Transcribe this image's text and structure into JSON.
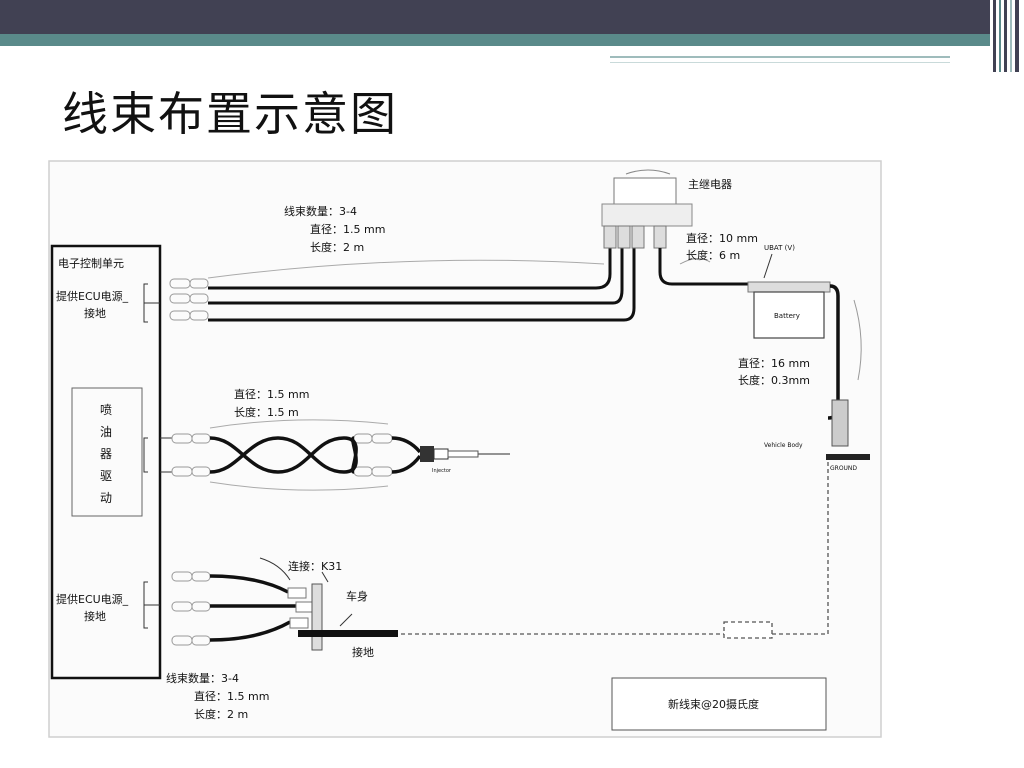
{
  "slide": {
    "title": "线束布置示意图"
  },
  "diagram": {
    "main_relay": "主继电器",
    "top_harness": {
      "count": "线束数量：3-4",
      "diameter": "直径：1.5 mm",
      "length": "长度：2 m"
    },
    "relay_wire": {
      "diameter": "直径：10 mm",
      "length": "长度：6 m"
    },
    "ubat": "UBAT (V)",
    "battery": "Battery",
    "battery_wire": {
      "diameter": "直径：16 mm",
      "length": "长度：0.3mm"
    },
    "vehicle_body": "Vehicle Body",
    "ground": "GROUND",
    "ecu_title": "电子控制单元",
    "ecu_power_top": {
      "line1": "提供ECU电源_",
      "line2": "接地"
    },
    "injector_driver": [
      "喷",
      "油",
      "器",
      "驱",
      "动"
    ],
    "injector_wire": {
      "diameter": "直径：1.5 mm",
      "length": "长度：1.5 m"
    },
    "injector": "Injector",
    "ecu_power_bottom": {
      "line1": "提供ECU电源_",
      "line2": "接地"
    },
    "connector": "连接：K31",
    "body": "车身",
    "ground_cn": "接地",
    "bottom_harness": {
      "count": "线束数量：3-4",
      "diameter": "直径：1.5 mm",
      "length": "长度：2 m"
    },
    "note": "新线束@20摄氏度"
  }
}
